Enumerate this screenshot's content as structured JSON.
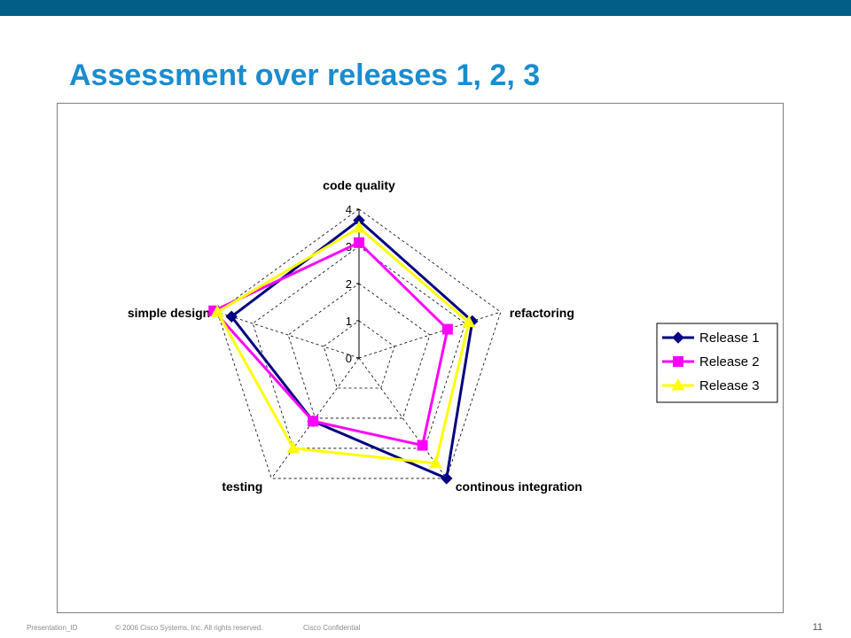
{
  "slide": {
    "title": "Assessment over releases 1, 2, 3",
    "footer": {
      "presentation_id": "Presentation_ID",
      "copyright": "© 2006 Cisco Systems, Inc. All rights reserved.",
      "confidential": "Cisco Confidential"
    },
    "page_number": "11"
  },
  "colors": {
    "top_bar": "#005e87",
    "title": "#1a8ccf",
    "release1": "#000080",
    "release2": "#ff00ff",
    "release3": "#ffff00"
  },
  "chart_data": {
    "type": "radar",
    "title": "",
    "axes": [
      "code quality",
      "refactoring",
      "continous integration",
      "testing",
      "simple design"
    ],
    "scale": {
      "min": 0,
      "max": 4,
      "ticks": [
        "0",
        "1",
        "2",
        "3",
        "4"
      ]
    },
    "legend_position": "right",
    "series": [
      {
        "name": "Release 1",
        "marker": "diamond",
        "values": [
          3.7,
          3.2,
          4.0,
          2.1,
          3.6
        ]
      },
      {
        "name": "Release 2",
        "marker": "square",
        "values": [
          3.1,
          2.5,
          2.9,
          2.1,
          4.1
        ]
      },
      {
        "name": "Release 3",
        "marker": "triangle",
        "values": [
          3.5,
          3.1,
          3.5,
          3.0,
          4.0
        ]
      }
    ]
  }
}
